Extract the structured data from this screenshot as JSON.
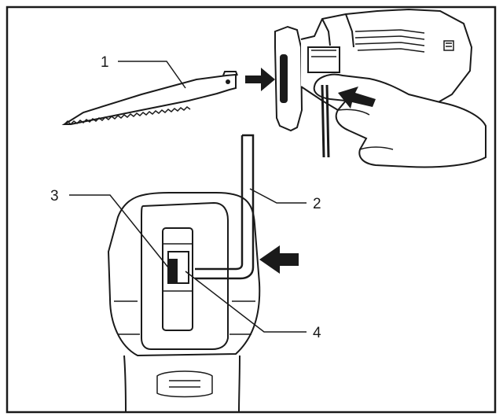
{
  "callouts": {
    "blade_number": "1",
    "hex_wrench_number": "2",
    "lever_number": "3",
    "clamp_slot_number": "4"
  },
  "icons": {
    "insert_arrow": "arrow-right-icon",
    "press_arrow": "arrow-left-icon",
    "hand_arrow": "arrow-icon"
  },
  "colors": {
    "line": "#1a1a1a",
    "background": "#ffffff"
  }
}
